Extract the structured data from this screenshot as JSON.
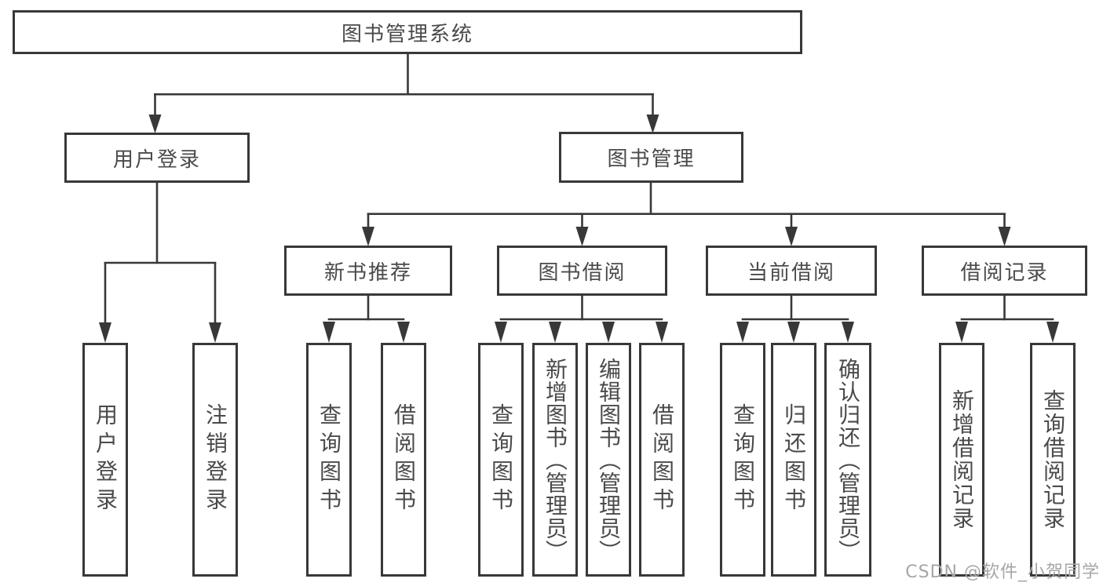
{
  "diagram": {
    "root": {
      "label": "图书管理系统"
    },
    "children": [
      {
        "label": "用户登录",
        "children": [
          "用户登录",
          "注销登录"
        ]
      },
      {
        "label": "图书管理",
        "children": [
          {
            "label": "新书推荐",
            "children": [
              "查询图书",
              "借阅图书"
            ]
          },
          {
            "label": "图书借阅",
            "children": [
              "查询图书",
              "新增图书（管理员）",
              "编辑图书（管理员）",
              "借阅图书"
            ]
          },
          {
            "label": "当前借阅",
            "children": [
              "查询图书",
              "归还图书",
              "确认归还（管理员）"
            ]
          },
          {
            "label": "借阅记录",
            "children": [
              "新增借阅记录",
              "查询借阅记录"
            ]
          }
        ]
      }
    ]
  },
  "watermark": {
    "text": "CSDN @软件_小贺同学"
  },
  "colors": {
    "line": "#383838",
    "box_border": "#383838",
    "text": "#4a4a4a",
    "watermark": "#a6a6a6",
    "background": "#ffffff"
  }
}
